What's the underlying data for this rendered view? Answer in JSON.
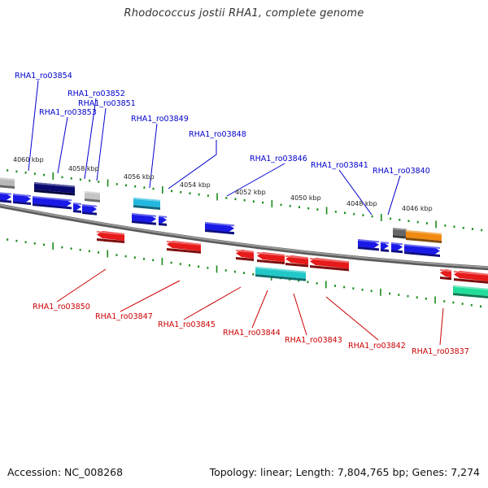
{
  "title": "Rhodococcus jostii RHA1, complete genome",
  "accession": "Accession: NC_008268",
  "topology_info": "Topology: linear; Length: 7,804,765 bp; Genes: 7,274",
  "colors": {
    "forward_label": "#0000cc",
    "reverse_label": "#cc0000",
    "tick": "#1a8a1a",
    "backbone": "#7a7a7a"
  },
  "scale_ticks": [
    "4060 kbp",
    "4058 kbp",
    "4056 kbp",
    "4054 kbp",
    "4052 kbp",
    "4050 kbp",
    "4048 kbp",
    "4046 kbp"
  ],
  "forward_labels": [
    "RHA1_ro03854",
    "RHA1_ro03852",
    "RHA1_ro03851",
    "RHA1_ro03853",
    "RHA1_ro03849",
    "RHA1_ro03848",
    "RHA1_ro03846",
    "RHA1_ro03841",
    "RHA1_ro03840"
  ],
  "reverse_labels": [
    "RHA1_ro03850",
    "RHA1_ro03847",
    "RHA1_ro03845",
    "RHA1_ro03844",
    "RHA1_ro03843",
    "RHA1_ro03842",
    "RHA1_ro03837"
  ]
}
